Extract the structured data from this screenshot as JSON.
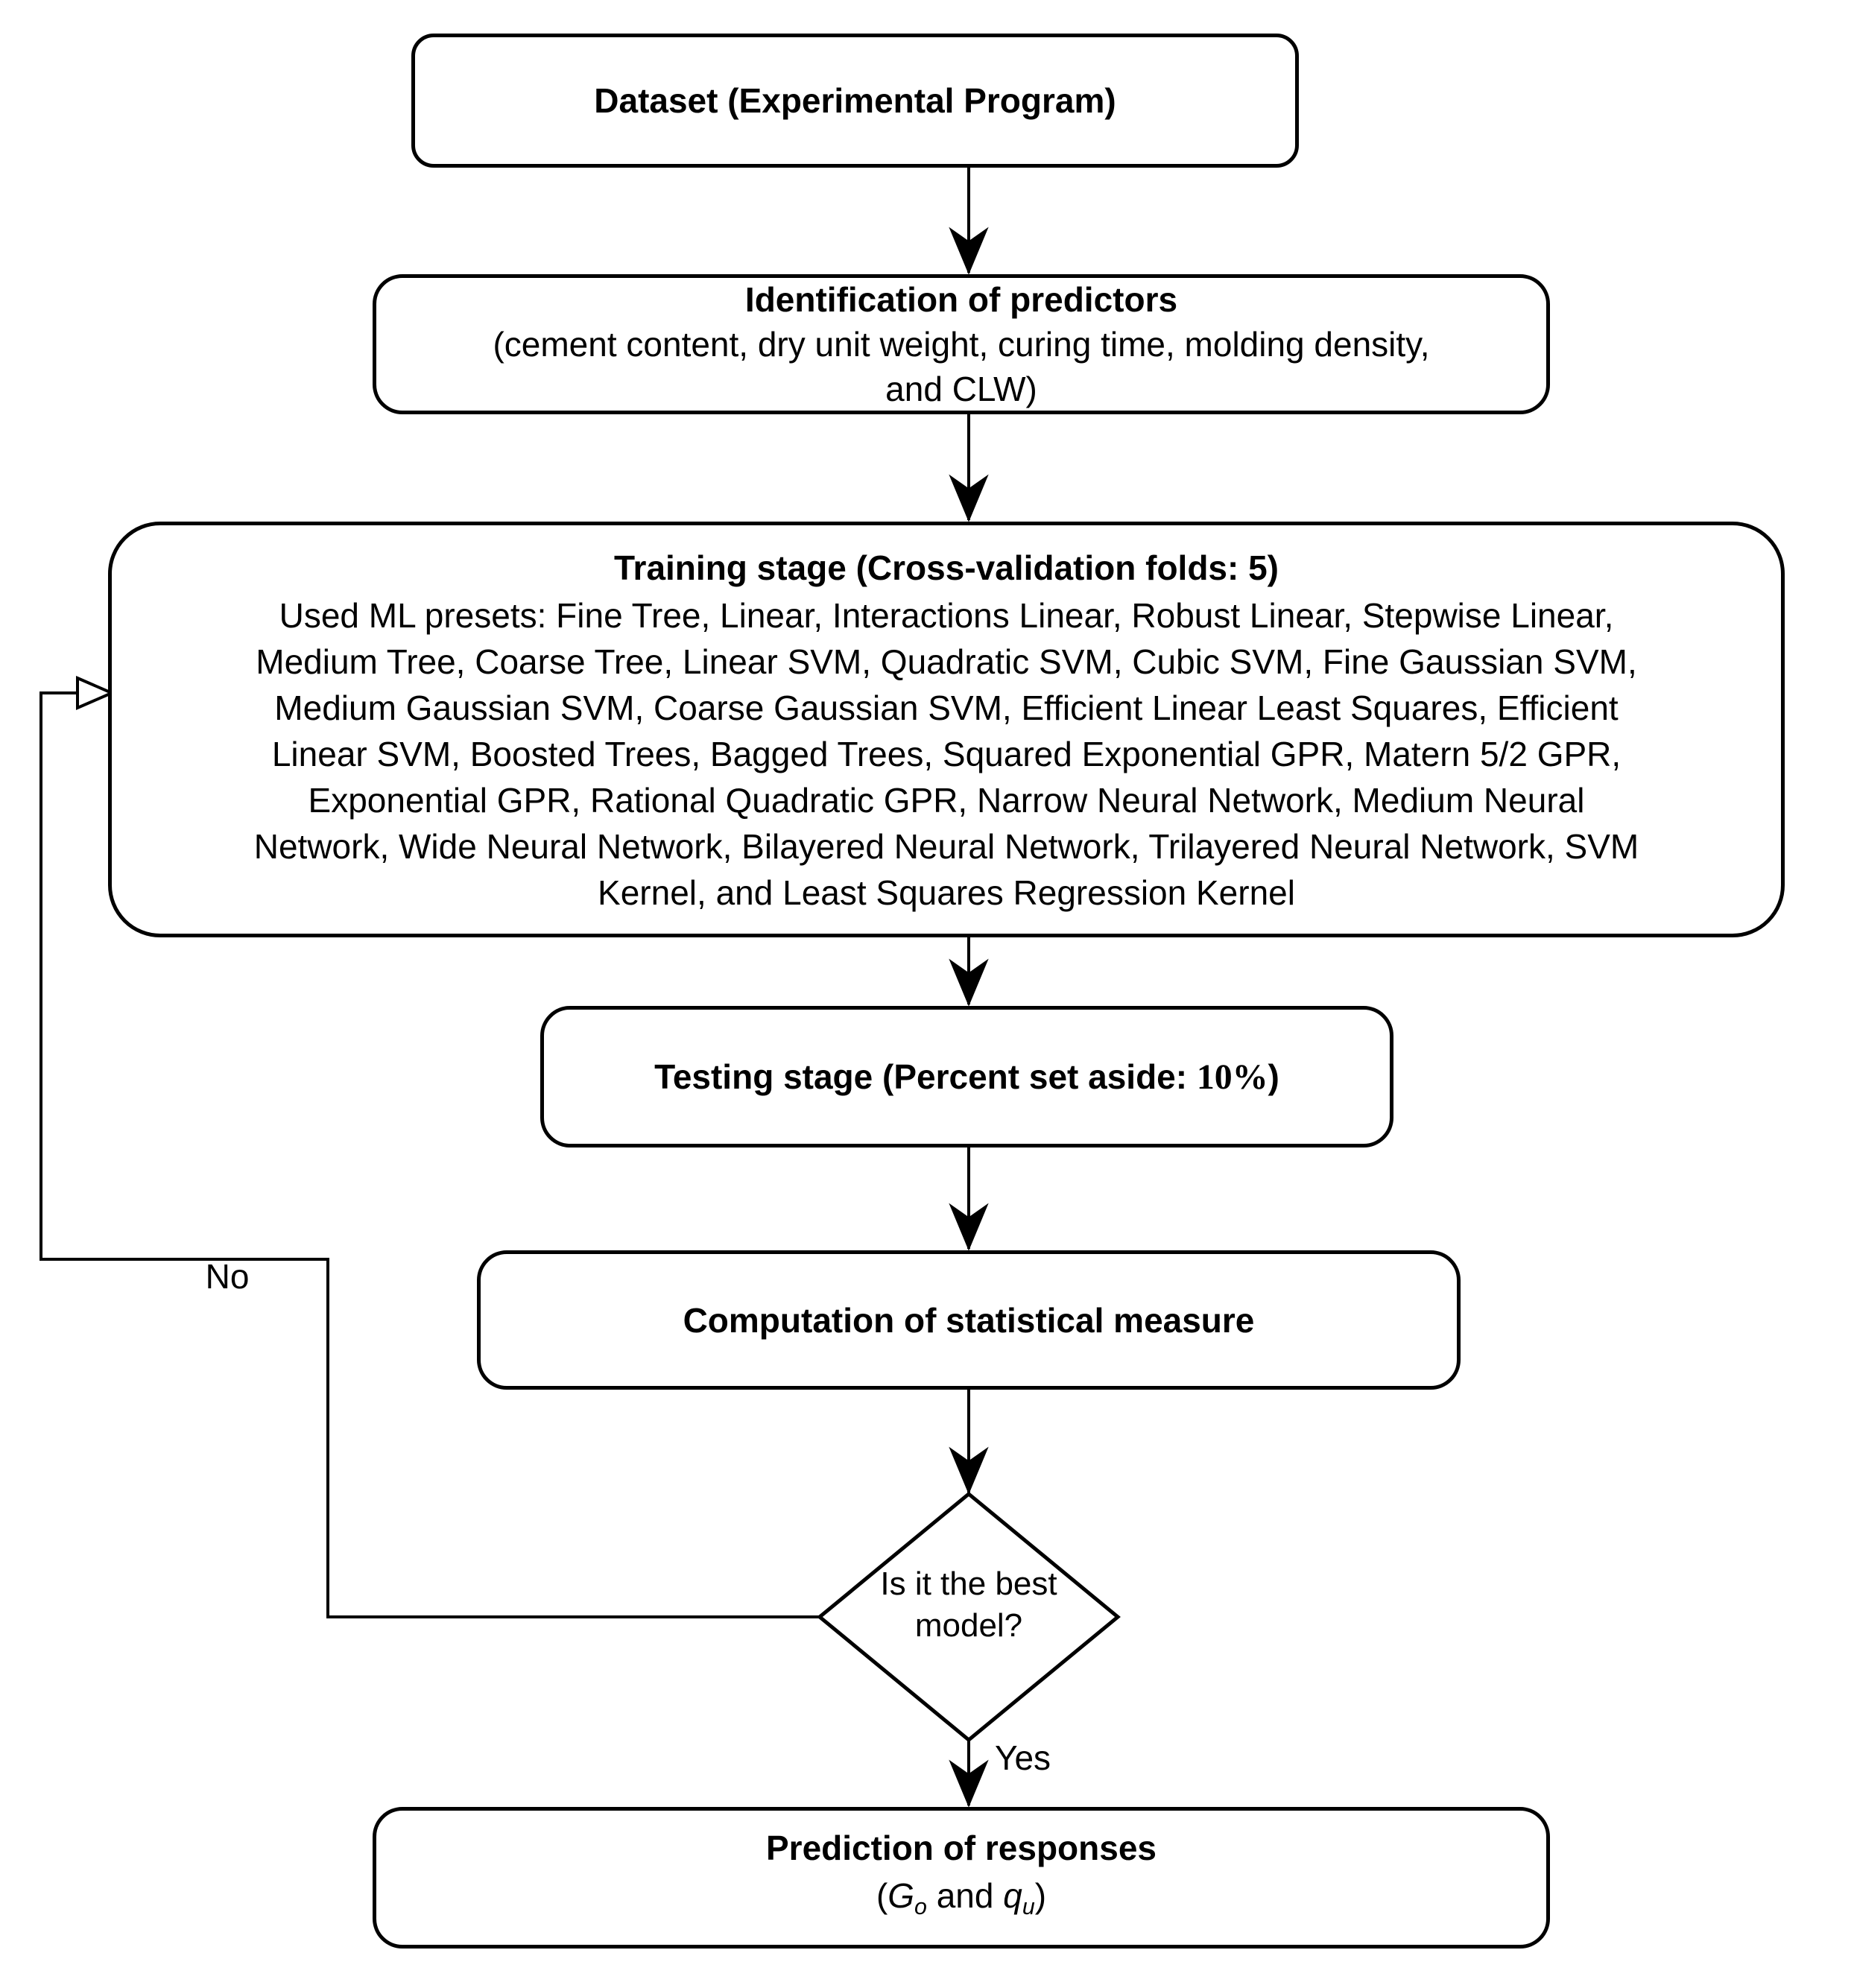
{
  "flowchart": {
    "background_color": "#ffffff",
    "stroke_color": "#000000",
    "nodes": {
      "dataset": {
        "label": "Dataset (Experimental Program)"
      },
      "identification": {
        "title": "Identification of predictors",
        "lines": [
          "(cement content, dry unit weight, curing time, molding density,",
          "and CLW)"
        ]
      },
      "training": {
        "title": "Training stage (Cross-validation folds: 5)",
        "lines": [
          "Used ML presets: Fine Tree, Linear, Interactions Linear, Robust Linear, Stepwise Linear,",
          "Medium Tree, Coarse Tree, Linear SVM, Quadratic SVM, Cubic SVM, Fine Gaussian SVM,",
          "Medium Gaussian SVM, Coarse Gaussian SVM, Efficient Linear Least Squares, Efficient",
          "Linear SVM, Boosted Trees, Bagged Trees, Squared Exponential GPR, Matern 5/2 GPR,",
          "Exponential GPR, Rational Quadratic GPR, Narrow Neural Network, Medium Neural",
          "Network, Wide Neural Network, Bilayered Neural Network, Trilayered Neural Network, SVM",
          "Kernel, and Least Squares Regression Kernel"
        ]
      },
      "testing": {
        "prefix": "Testing stage (Percent set aside: ",
        "value": "10%",
        "suffix": ")"
      },
      "computation": {
        "label": "Computation of statistical measure"
      },
      "decision": {
        "lines": [
          "Is it the best",
          "model?"
        ]
      },
      "prediction": {
        "title": "Prediction of responses",
        "paren_open": "(",
        "response1": "G",
        "response1_sub": "o",
        "separator": " and ",
        "response2": "q",
        "response2_sub": "u",
        "paren_close": ")"
      }
    },
    "edge_labels": {
      "yes": "Yes",
      "no": "No"
    }
  }
}
